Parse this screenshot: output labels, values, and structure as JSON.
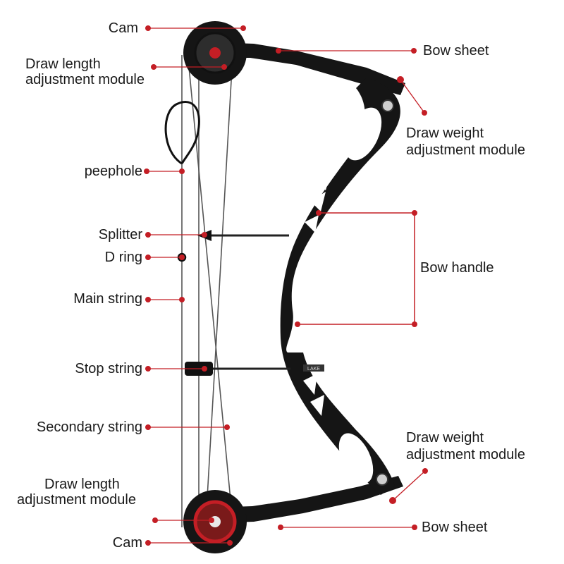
{
  "labels": {
    "cam_top": "Cam",
    "draw_length_top_1": "Draw length",
    "draw_length_top_2": "adjustment module",
    "peephole": "peephole",
    "splitter": "Splitter",
    "d_ring": "D ring",
    "main_string": "Main string",
    "stop_string": "Stop string",
    "secondary_string": "Secondary string",
    "draw_length_bottom_1": "Draw length",
    "draw_length_bottom_2": "adjustment module",
    "cam_bottom": "Cam",
    "bow_sheet_top": "Bow sheet",
    "draw_weight_top_1": "Draw weight",
    "draw_weight_top_2": "adjustment module",
    "bow_handle": "Bow handle",
    "draw_weight_bottom_1": "Draw weight",
    "draw_weight_bottom_2": "adjustment module",
    "bow_sheet_bottom": "Bow sheet"
  },
  "riser_badge": "LAKE",
  "colors": {
    "leader": "#c41e25",
    "bow_body": "#151515",
    "cam_accent": "#c41e25",
    "text": "#1a1a1a"
  }
}
